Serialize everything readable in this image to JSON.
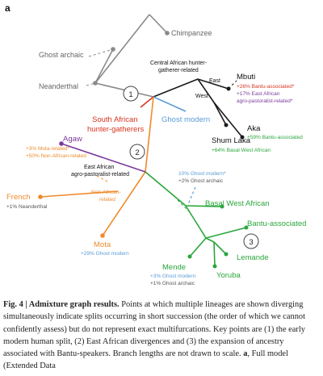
{
  "panel_label": "a",
  "colors": {
    "grey": "#8a8a8a",
    "black": "#1a1a1a",
    "red": "#d9341f",
    "blue": "#5a9bd6",
    "purple": "#7a3a9a",
    "green": "#2aa63c",
    "orange": "#ee8b2b",
    "teal": "#35a0b5"
  },
  "labels": {
    "chimpanzee": "Chimpanzee",
    "ghost_archaic": "Ghost archaic",
    "neanderthal": "Neanderthal",
    "central_african": "Central African hunter-",
    "central_african_2": "gatherer-related",
    "east": "East",
    "west": "West",
    "mbuti": "Mbuti",
    "mbuti_note1": "+26% Bantu-associated*",
    "mbuti_note2": "+17% East African",
    "mbuti_note3": "agro-pastoralist-related*",
    "aka": "Aka",
    "aka_note": "+59% Bantu-associated",
    "shum_laka": "Shum Laka",
    "shum_laka_note": "+64% Basal West African",
    "south_african_1": "South African",
    "south_african_2": "hunter-gatherers",
    "ghost_modern": "Ghost modern",
    "agaw": "Agaw",
    "agaw_note1": "+3% Mota-related*",
    "agaw_note2": "+50% Non-African-related",
    "east_african_1": "East African",
    "east_african_2": "agro-pastoralist-related",
    "non_african_1": "Non-African-",
    "non_african_2": "related",
    "french": "French",
    "french_note": "+1% Neanderthal",
    "ghost_note1": "10% Ghost modern*",
    "ghost_note2": "+2% Ghost archaic",
    "basal_west_african": "Basal West African",
    "bantu_associated": "Bantu-associated",
    "lemande": "Lemande",
    "yoruba": "Yoruba",
    "mende": "Mende",
    "mende_note1": "+3% Ghost modern",
    "mende_note2": "+1% Ghost archaic",
    "mota": "Mota",
    "mota_note": "+29% Ghost modern",
    "circle1": "1",
    "circle2": "2",
    "circle3": "3"
  },
  "caption": {
    "lead": "Fig. 4 | Admixture graph results.",
    "text": " Points at which multiple lineages are shown diverging simultaneously indicate splits occurring in short succession (the order of which we cannot confidently assess) but do not represent exact multifurcations. Key points are (1) the early modern human split, (2) East African divergences and (3) the expansion of ancestry associated with Bantu-speakers. Branch lengths are not drawn to scale. ",
    "bold_a": "a",
    "tail": ", Full model (Extended Data"
  }
}
